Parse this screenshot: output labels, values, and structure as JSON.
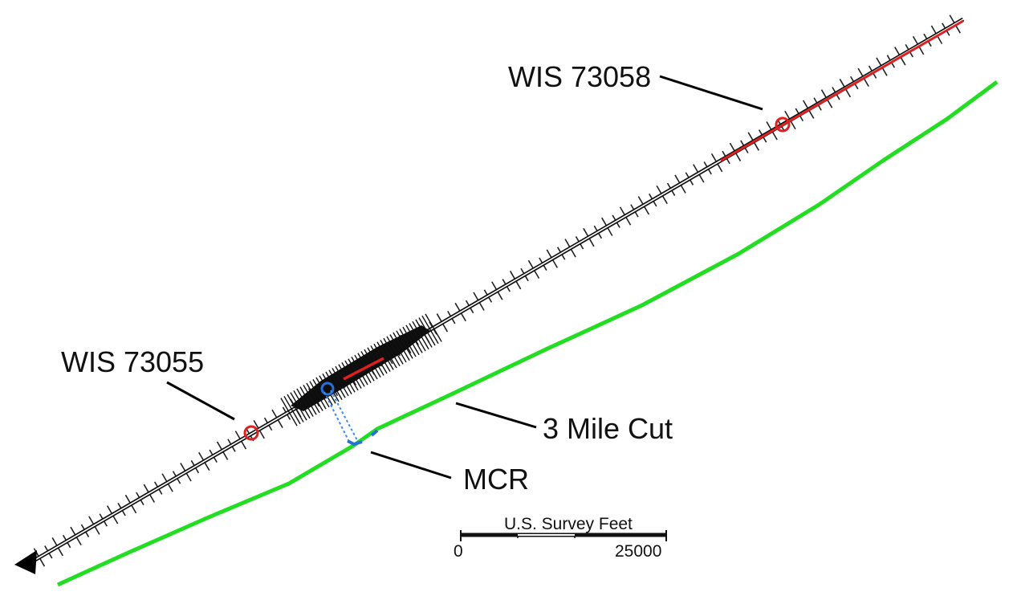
{
  "labels": {
    "wis_73058": "WIS 73058",
    "wis_73055": "WIS 73055",
    "three_mile_cut": "3 Mile Cut",
    "mcr": "MCR"
  },
  "scale_bar": {
    "units": "U.S. Survey Feet",
    "start": "0",
    "end": "25000"
  },
  "colors": {
    "background": "#ffffff",
    "shoreline": "#22dd22",
    "transect": "#111111",
    "highlight_segment": "#e02020",
    "wis_station": "#e02020",
    "mcr_marker": "#2a6fd6",
    "leader_line": "#000000"
  }
}
